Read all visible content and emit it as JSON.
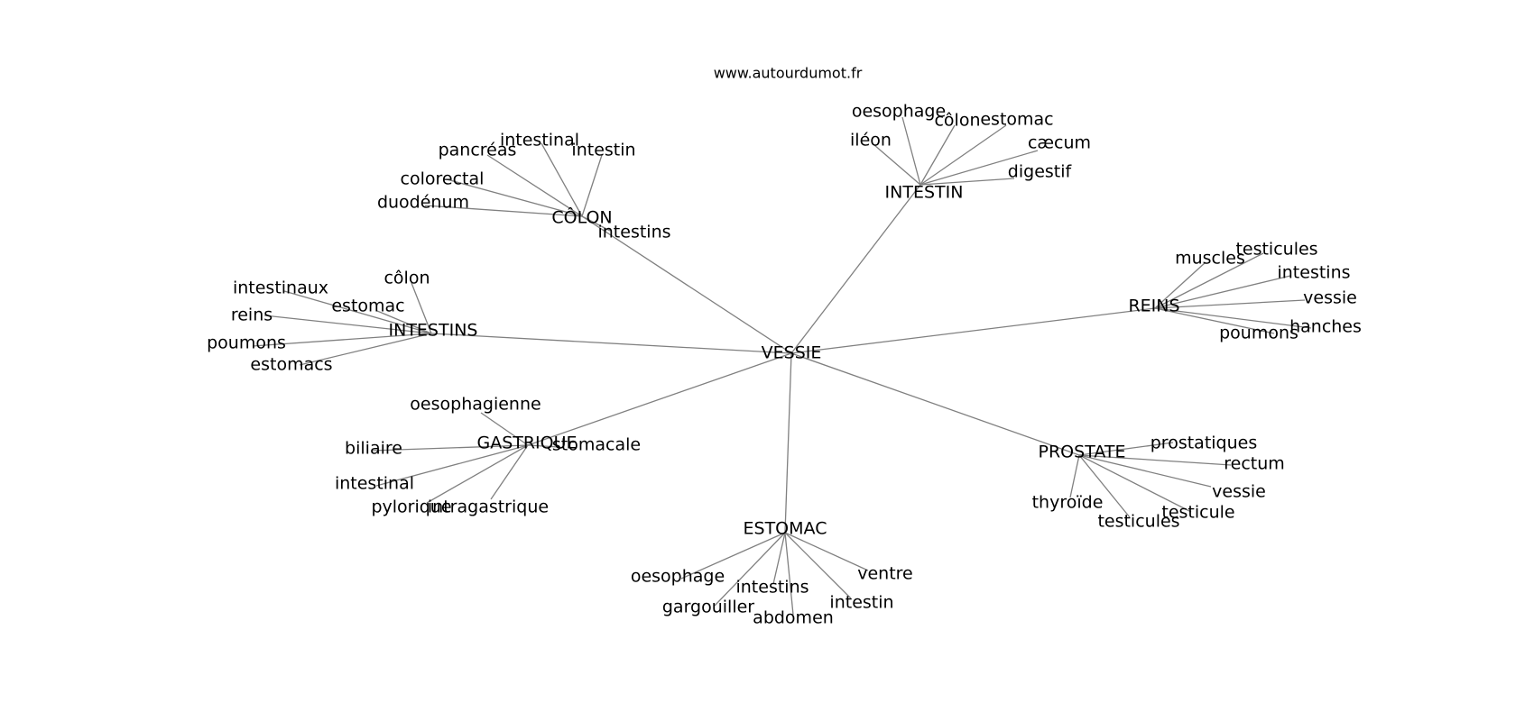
{
  "source": "www.autourdumot.fr",
  "center": "VESSIE",
  "clusters": [
    {
      "id": "colon",
      "hub": "CÔLON",
      "leaves": [
        "intestinal",
        "pancréas",
        "intestin",
        "colorectal",
        "duodénum",
        "intestins"
      ]
    },
    {
      "id": "intestin",
      "hub": "INTESTIN",
      "leaves": [
        "oesophage",
        "côlon",
        "estomac",
        "iléon",
        "cæcum",
        "digestif"
      ]
    },
    {
      "id": "intestins",
      "hub": "INTESTINS",
      "leaves": [
        "côlon",
        "intestinaux",
        "estomac",
        "reins",
        "poumons",
        "estomacs"
      ]
    },
    {
      "id": "reins",
      "hub": "REINS",
      "leaves": [
        "testicules",
        "muscles",
        "intestins",
        "vessie",
        "hanches",
        "poumons"
      ]
    },
    {
      "id": "gastrique",
      "hub": "GASTRIQUE",
      "leaves": [
        "oesophagienne",
        "stomacale",
        "biliaire",
        "intestinal",
        "pylorique",
        "intragastrique"
      ]
    },
    {
      "id": "prostate",
      "hub": "PROSTATE",
      "leaves": [
        "prostatiques",
        "rectum",
        "vessie",
        "thyroïde",
        "testicule",
        "testicules"
      ]
    },
    {
      "id": "estomac",
      "hub": "ESTOMAC",
      "leaves": [
        "ventre",
        "oesophage",
        "intestins",
        "intestin",
        "gargouiller",
        "abdomen"
      ]
    }
  ]
}
